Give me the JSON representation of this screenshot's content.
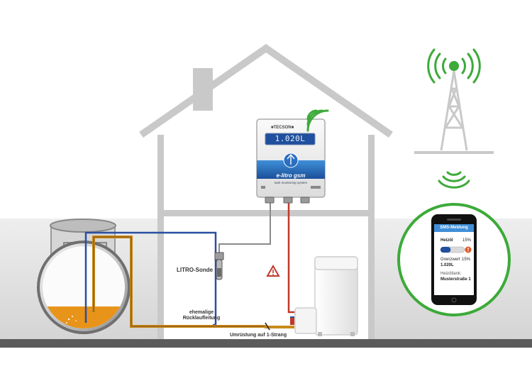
{
  "device": {
    "brand": "■TECSON■",
    "display_value": "1.020L",
    "product_name": "e-litro gsm",
    "tagline": "tank monitoring system"
  },
  "labels": {
    "sensor": "LITRO-Sonde",
    "former_return_line_1": "ehemalige",
    "former_return_line_2": "Rücklaufleitung",
    "conversion": "Umrüstung auf 1-Strang"
  },
  "phone": {
    "header": "SMS-Meldung",
    "fuel_label": "Heizöl",
    "fuel_value": "15%",
    "fuel_fraction": 0.15,
    "threshold_label": "Grenzwert",
    "threshold_value": "15%",
    "threshold_liters": "1.020L",
    "tank_label": "Heizöltank:",
    "tank_name": "Musterstraße 1"
  },
  "colors": {
    "accent_green": "#3daa3a",
    "supply_line": "#2a4fa0",
    "return_line": "#c0392b",
    "fuel": "#e8941a",
    "display_blue": "#1f4f9e"
  },
  "icons": [
    "antenna-tower-icon",
    "signal-waves-icon",
    "warning-triangle-icon",
    "alert-icon"
  ]
}
